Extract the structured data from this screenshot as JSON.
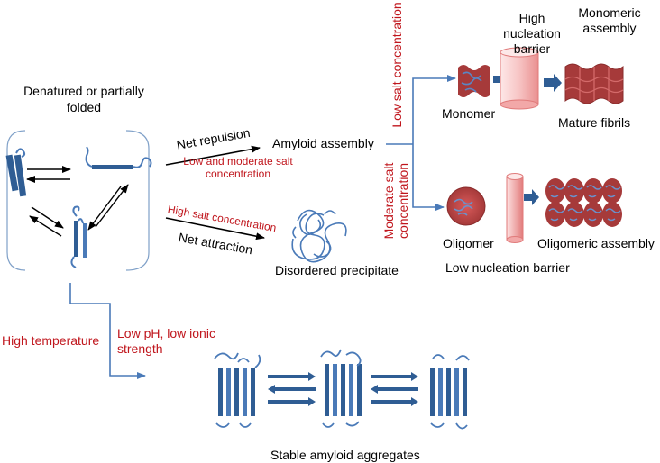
{
  "labels": {
    "denatured": "Denatured or partially folded",
    "net_repulsion": "Net repulsion",
    "low_moderate_salt": "Low and moderate salt concentration",
    "high_salt": "High salt concentration",
    "net_attraction": "Net attraction",
    "amyloid_assembly": "Amyloid assembly",
    "disordered_precipitate": "Disordered precipitate",
    "low_salt_concentration": "Low salt concentration",
    "moderate_salt_concentration": "Moderate salt concentration",
    "high_nucleation_barrier": "High nucleation barrier",
    "monomeric_assembly": "Monomeric assembly",
    "monomer": "Monomer",
    "mature_fibrils": "Mature fibrils",
    "oligomer": "Oligomer",
    "oligomeric_assembly": "Oligomeric assembly",
    "low_nucleation_barrier": "Low nucleation barrier",
    "high_temperature": "High temperature",
    "low_ph": "Low pH, low ionic strength",
    "stable_aggregates": "Stable amyloid aggregates"
  },
  "colors": {
    "strand": "#2f5d94",
    "strand_light": "#4a7ab8",
    "flow_line": "#4a7ab8",
    "condition_text": "#c0161d",
    "fibril": "#a63a3a",
    "cylinder": "#f4b6b6"
  }
}
